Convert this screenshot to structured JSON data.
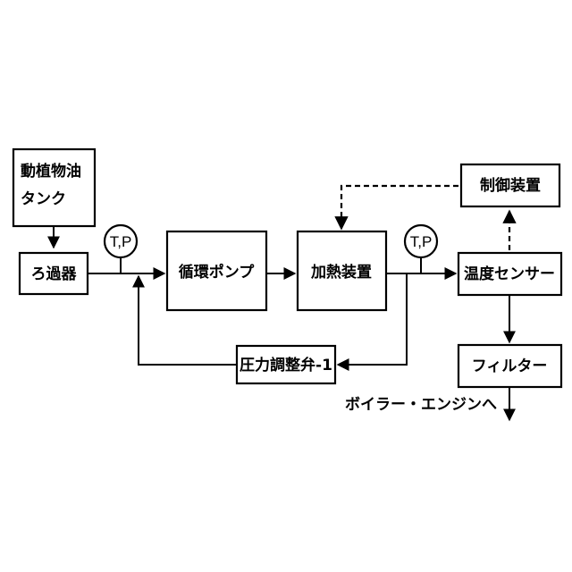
{
  "nodes": {
    "tank_line1": "動植物油",
    "tank_line2": "タンク",
    "filter1": "ろ過器",
    "pump": "循環ポンプ",
    "heater": "加熱装置",
    "sensor": "温度センサー",
    "controller": "制御装置",
    "filter2": "フィルター",
    "valve": "圧力調整弁-1"
  },
  "gauges": {
    "gauge1": "T,P",
    "gauge2": "T,P"
  },
  "output_label": "ボイラー・エンジンへ"
}
